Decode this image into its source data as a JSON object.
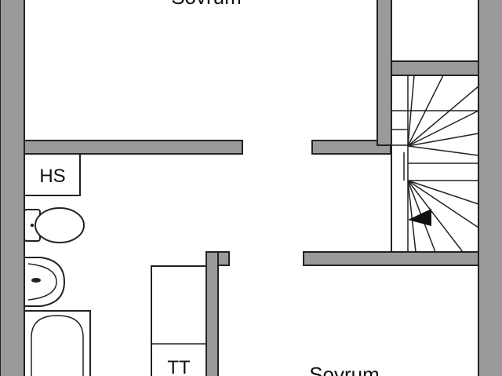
{
  "rooms": {
    "bedroom_top": "Sovrum",
    "bedroom_bottom": "Sovrum"
  },
  "fixtures": {
    "hs": "HS",
    "tt": "TT"
  },
  "colors": {
    "wall": "#9a9a9a",
    "line": "#222222",
    "background": "#ffffff"
  },
  "icons": {
    "stair_arrow": "triangle-left-icon"
  }
}
